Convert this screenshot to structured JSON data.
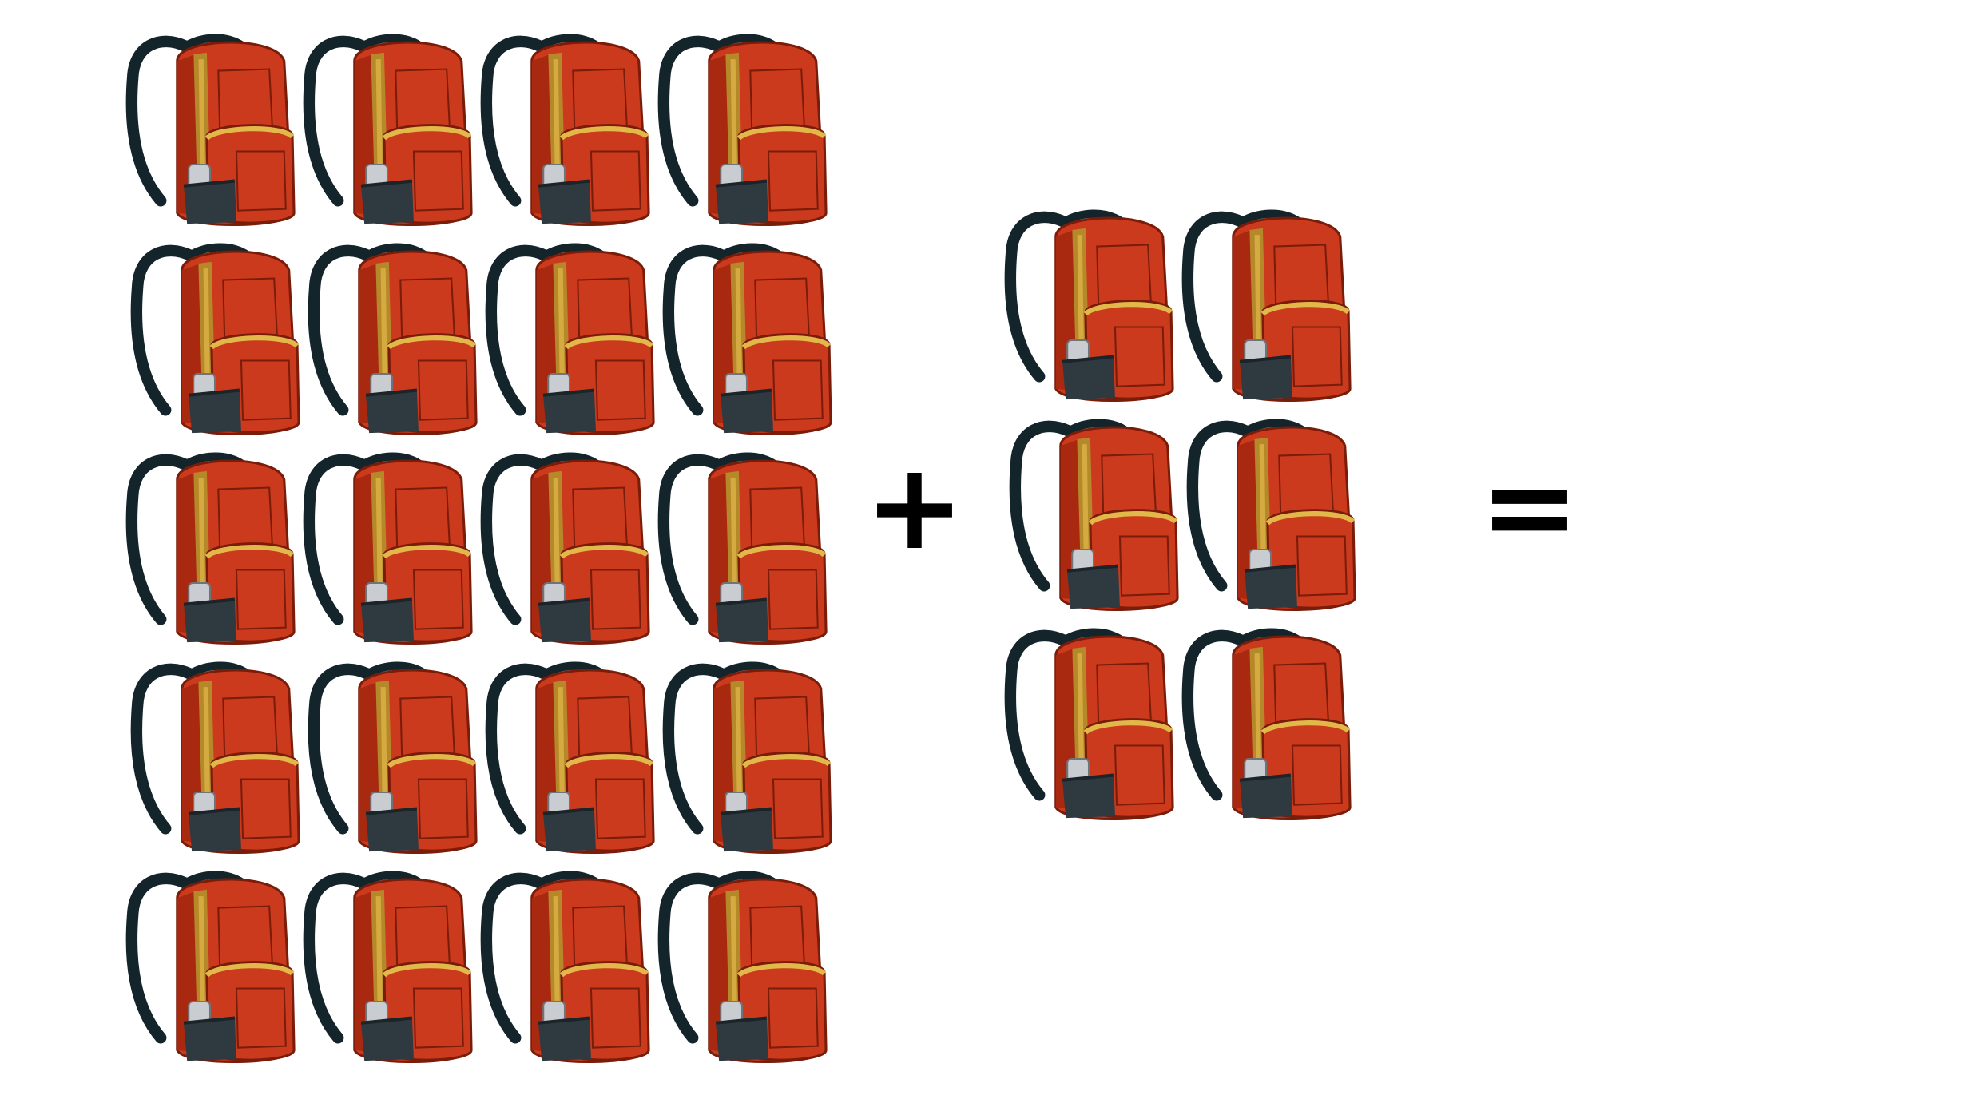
{
  "equation": {
    "group_a": {
      "count": 20,
      "rows": 5,
      "columns": 4,
      "item": "backpack-icon"
    },
    "operator_plus": "+",
    "group_b": {
      "count": 6,
      "rows": 3,
      "columns": 2,
      "item": "backpack-icon"
    },
    "operator_equals": "=",
    "result": ""
  },
  "colors": {
    "bag_body": "#cc3a1e",
    "bag_shade": "#a8290f",
    "bag_outline": "#7a1c0a",
    "zipper_strip": "#b5892a",
    "zipper_teeth": "#e2b84a",
    "strap": "#13242b",
    "pocket": "#2f3a40",
    "phone": "#c9ccd1",
    "background": "#ffffff"
  }
}
